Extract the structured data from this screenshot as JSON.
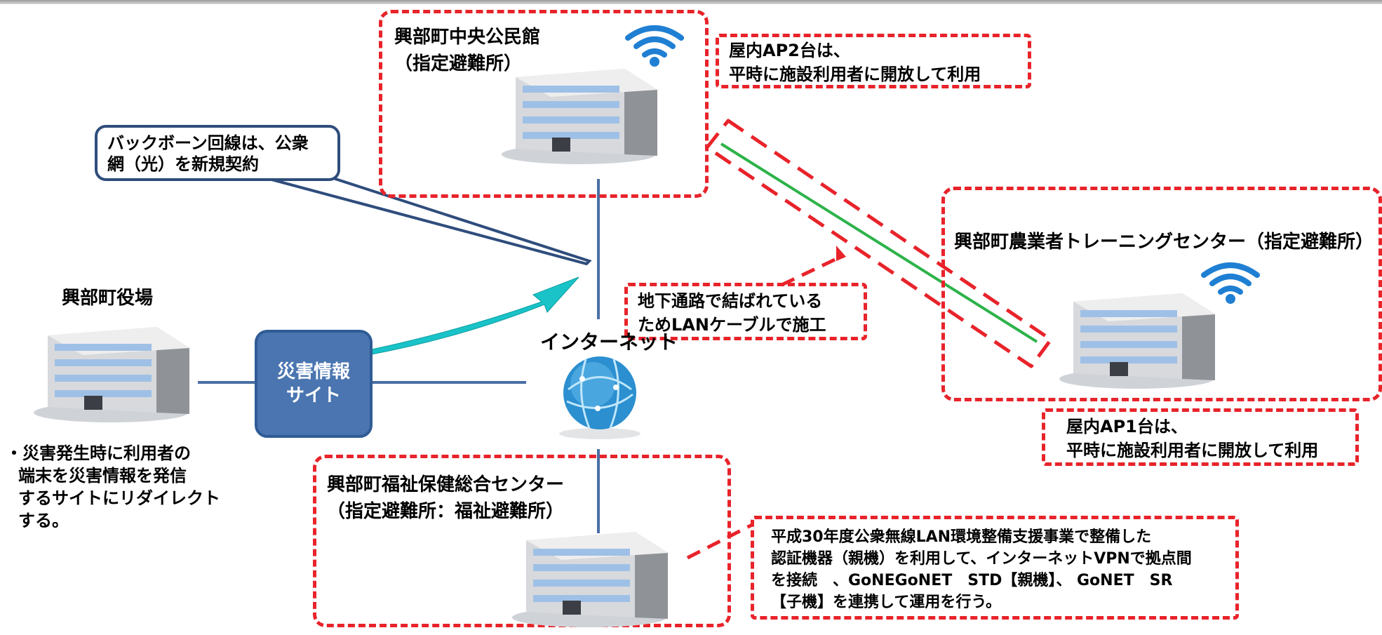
{
  "central_hall": {
    "name": "興部町中央公民館",
    "designation": "（指定避難所）",
    "ap_note_line1": "屋内AP2台は、",
    "ap_note_line2": "平時に施設利用者に開放して利用"
  },
  "backbone_callout": {
    "line1": "バックボーン回線は、公衆",
    "line2": "網（光）を新規契約"
  },
  "training_center": {
    "name": "興部町農業者トレーニングセンター（指定避難所）",
    "ap_note_line1": "屋内AP1台は、",
    "ap_note_line2": "平時に施設利用者に開放して利用"
  },
  "lan_note": {
    "line1": "地下通路で結ばれている",
    "line2": "ためLANケーブルで施工"
  },
  "town_office": {
    "name": "興部町役場"
  },
  "disaster_site": {
    "line1": "災害情報",
    "line2": "サイト"
  },
  "internet": {
    "label": "インターネット"
  },
  "welfare_center": {
    "name": "興部町福祉保健総合センター",
    "designation": "（指定避難所：福祉避難所）"
  },
  "description": {
    "line1": "・災害発生時に利用者の",
    "line2": "端末を災害情報を発信",
    "line3": "するサイトにリダイレクト",
    "line4": "する。"
  },
  "vpn_note": {
    "line1": "平成30年度公衆無線LAN環境整備支援事業で整備した",
    "line2": "認証機器（親機）を利用して、インターネットVPNで拠点間",
    "line3": "を接続　、GoNEGoNET　STD【親機】、 GoNET　SR",
    "line4": "【子機】を連携して運用を行う。"
  },
  "colors": {
    "dashed_border": "#e8232a",
    "network_line": "#4a6fa5",
    "lan_cable": "#2db34a",
    "redirect_arrow": "#19c3c8",
    "site_box": "#4a75b0",
    "wifi_icon": "#1f7fd3"
  },
  "icons": [
    "wifi-icon",
    "building-icon",
    "globe-icon"
  ]
}
